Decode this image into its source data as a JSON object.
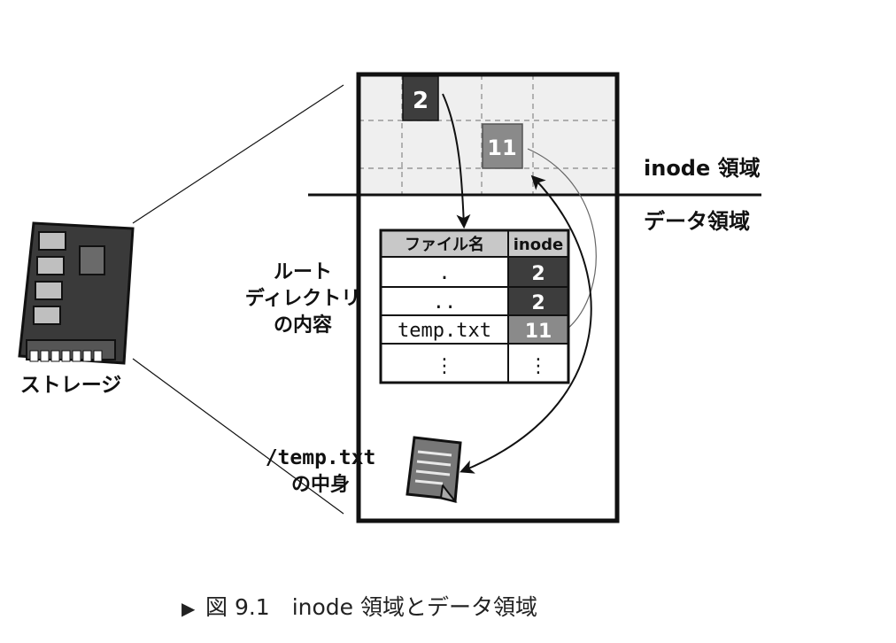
{
  "storage": {
    "label": "ストレージ"
  },
  "regions": {
    "inode": "inode 領域",
    "data": "データ領域"
  },
  "inode_blocks": {
    "root": "2",
    "temp": "11"
  },
  "root_dir": {
    "label_lines": [
      "ルート",
      "ディレクトリ",
      "の内容"
    ],
    "columns": [
      "ファイル名",
      "inode"
    ],
    "rows": [
      {
        "name": ".",
        "inode": "2"
      },
      {
        "name": "..",
        "inode": "2"
      },
      {
        "name": "temp.txt",
        "inode": "11"
      },
      {
        "name": "⋮",
        "inode": "⋮"
      }
    ]
  },
  "file_content": {
    "label_lines": [
      "/temp.txt",
      "の中身"
    ]
  },
  "caption": {
    "marker": "▶",
    "text": "図 9.1　inode 領域とデータ領域"
  },
  "colors": {
    "dark_block": "#3d3d3d",
    "mid_block": "#8a8a8a",
    "inode_bg": "#efefef",
    "header_bg": "#c8c8c8",
    "board": "#3a3a3a"
  }
}
